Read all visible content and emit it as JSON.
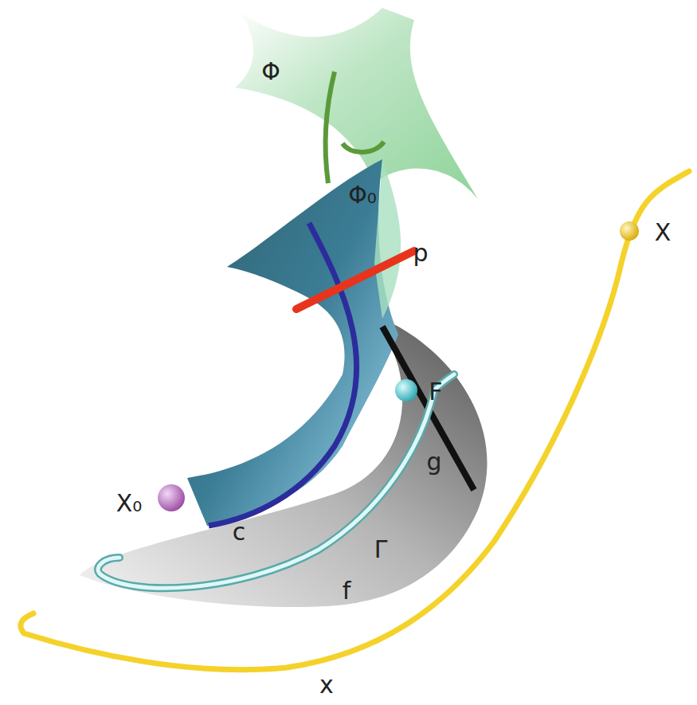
{
  "diagram": {
    "labels": [
      "Φ",
      "Φ₀",
      "p",
      "X",
      "F",
      "g",
      "X₀",
      "c",
      "Γ",
      "f",
      "x"
    ]
  }
}
